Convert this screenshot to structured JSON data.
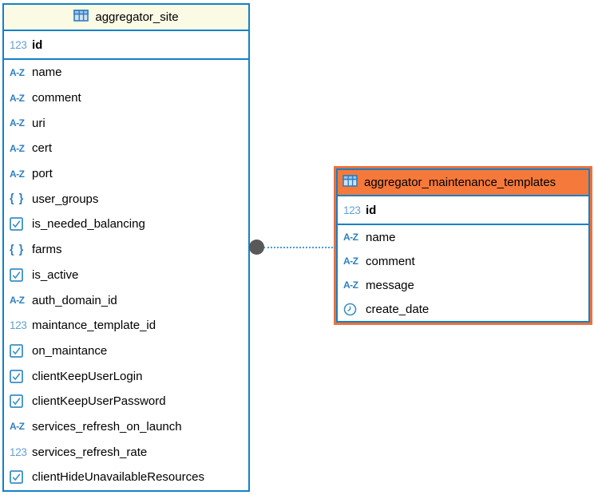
{
  "tables": [
    {
      "title": "aggregator_site",
      "columns": [
        {
          "type": "number",
          "name": "id",
          "pk": true
        },
        {
          "type": "text",
          "name": "name"
        },
        {
          "type": "text",
          "name": "comment"
        },
        {
          "type": "text",
          "name": "uri"
        },
        {
          "type": "text",
          "name": "cert"
        },
        {
          "type": "text",
          "name": "port"
        },
        {
          "type": "json",
          "name": "user_groups"
        },
        {
          "type": "boolean",
          "name": "is_needed_balancing"
        },
        {
          "type": "json",
          "name": "farms"
        },
        {
          "type": "boolean",
          "name": "is_active"
        },
        {
          "type": "text",
          "name": "auth_domain_id"
        },
        {
          "type": "number",
          "name": "maintance_template_id"
        },
        {
          "type": "boolean",
          "name": "on_maintance"
        },
        {
          "type": "boolean",
          "name": "clientKeepUserLogin"
        },
        {
          "type": "boolean",
          "name": "clientKeepUserPassword"
        },
        {
          "type": "text",
          "name": "services_refresh_on_launch"
        },
        {
          "type": "number",
          "name": "services_refresh_rate"
        },
        {
          "type": "boolean",
          "name": "clientHideUnavailableResources"
        }
      ]
    },
    {
      "title": "aggregator_maintenance_templates",
      "columns": [
        {
          "type": "number",
          "name": "id",
          "pk": true
        },
        {
          "type": "text",
          "name": "name"
        },
        {
          "type": "text",
          "name": "comment"
        },
        {
          "type": "text",
          "name": "message"
        },
        {
          "type": "datetime",
          "name": "create_date"
        }
      ]
    }
  ],
  "relation": {
    "from": "aggregator_site",
    "to": "aggregator_maintenance_templates",
    "line_style": "dotted"
  },
  "icon_labels": {
    "number": "123",
    "text": "A-Z",
    "json": "{ }"
  },
  "colors": {
    "border-blue": "#1282c8",
    "hdr-yellow": "#fbfae5",
    "hdr-orange": "#f5793b",
    "sel-orange": "#ef7039",
    "icon-blue": "#2e7fc1",
    "icon-blue-light": "#64a0d2",
    "line-blue": "#4b9bd5",
    "dot-gray": "#595959"
  }
}
